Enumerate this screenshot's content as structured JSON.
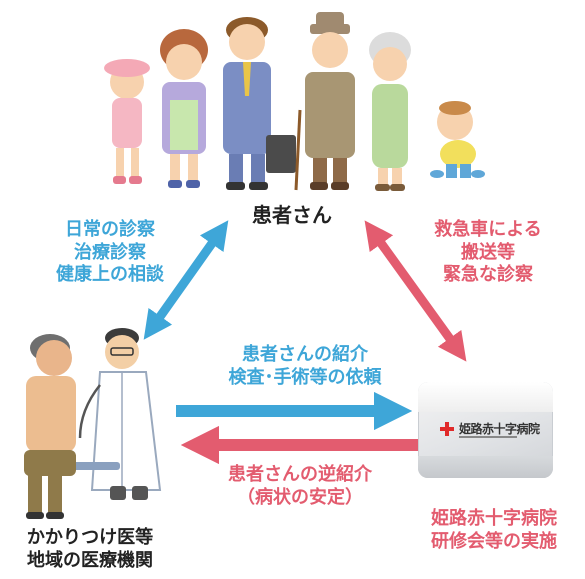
{
  "nodes": {
    "patients": {
      "label": "患者さん"
    },
    "doctor": {
      "line1": "かかりつけ医等",
      "line2": "地域の医療機関"
    },
    "hospital": {
      "line1": "姫路赤十字病院",
      "line2": "研修会等の実施",
      "sign_text": "姫路赤十字病院"
    }
  },
  "edges": {
    "patient_doctor": {
      "line1": "日常の診察",
      "line2": "治療診察",
      "line3": "健康上の相談"
    },
    "patient_hospital": {
      "line1": "救急車による",
      "line2": "搬送等",
      "line3": "緊急な診察"
    },
    "doctor_to_hospital": {
      "line1": "患者さんの紹介",
      "line2": "検査･手術等の依頼"
    },
    "hospital_to_doctor": {
      "line1": "患者さんの逆紹介",
      "line2": "（病状の安定）"
    }
  },
  "colors": {
    "blue": "#3ea6d8",
    "red": "#e35c6f"
  },
  "icons": [
    "family-illustration",
    "doctor-patient-illustration",
    "hospital-photo",
    "red-cross-icon"
  ]
}
